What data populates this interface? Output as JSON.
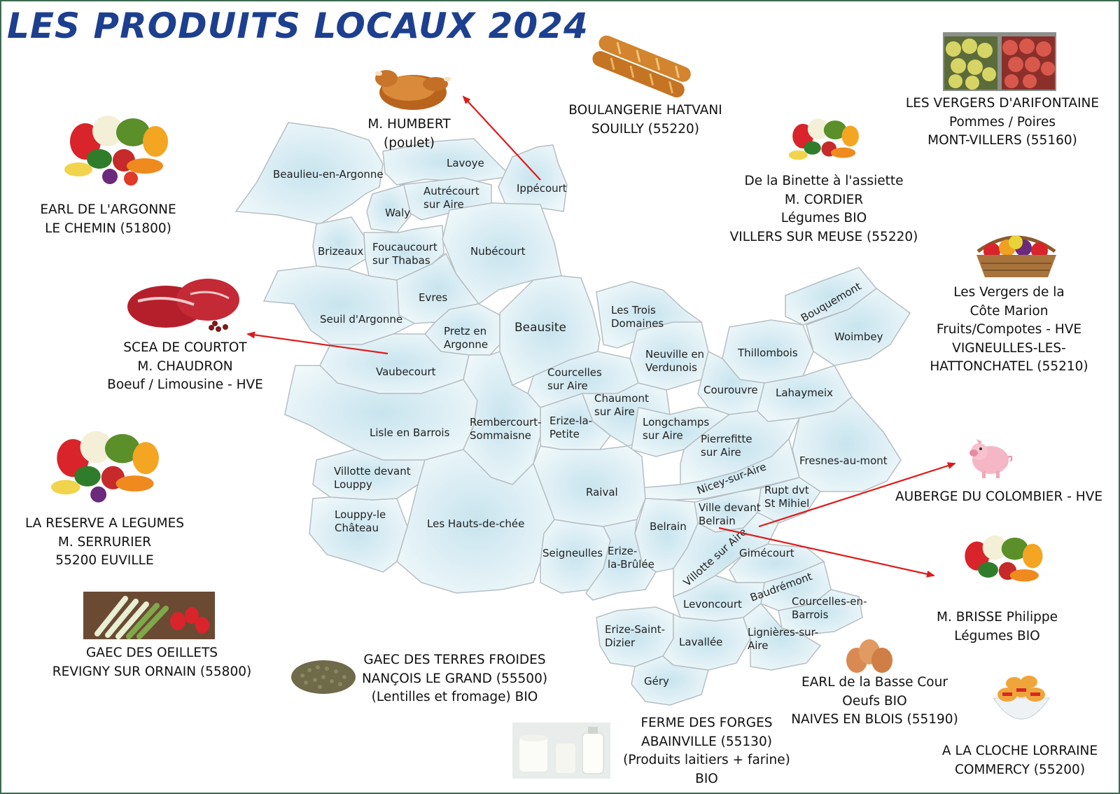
{
  "title": "LES PRODUITS LOCAUX 2024",
  "colors": {
    "title": "#1d3f8f",
    "arrow": "#dd1b1b",
    "region_fill": "#cfe7f0",
    "region_stroke": "#b5bfc5",
    "border": "#3d6b52"
  },
  "communes": [
    "Beaulieu-en-Argonne",
    "Lavoye",
    "Autrécourt\nsur Aire",
    "Ippécourt",
    "Waly",
    "Brizeaux",
    "Foucaucourt\nsur Thabas",
    "Nubécourt",
    "Evres",
    "Seuil d'Argonne",
    "Pretz en\nArgonne",
    "Beausite",
    "Les Trois\nDomaines",
    "Bouquemont",
    "Woimbey",
    "Thillombois",
    "Neuville en\nVerdunois",
    "Vaubecourt",
    "Courcelles\nsur Aire",
    "Courouvre",
    "Lahaymeix",
    "Chaumont\nsur Aire",
    "Lisle en Barrois",
    "Rembercourt-\nSommaisne",
    "Erize-la-\nPetite",
    "Longchamps\nsur Aire",
    "Pierrefitte\nsur Aire",
    "Fresnes-au-mont",
    "Villotte devant\nLouppy",
    "Nicey-sur-Aire",
    "Raival",
    "Rupt dvt\nSt Mihiel",
    "Ville devant\nBelrain",
    "Louppy-le\nChâteau",
    "Les Hauts-de-chée",
    "Belrain",
    "Villotte sur Aire",
    "Seigneulles",
    "Erize-\nla-Brûlée",
    "Gimécourt",
    "Baudrémont",
    "Levoncourt",
    "Courcelles-en-\nBarrois",
    "Erize-Saint-\nDizier",
    "Lavallée",
    "Lignières-sur-\nAire",
    "Géry"
  ],
  "producers": [
    {
      "lines": [
        "M. HUMBERT",
        "(poulet)"
      ],
      "image": "roast-chicken"
    },
    {
      "lines": [
        "BOULANGERIE HATVANI",
        "SOUILLY (55220)"
      ],
      "image": "baguettes"
    },
    {
      "lines": [
        "LES VERGERS D'ARIFONTAINE",
        "Pommes / Poires",
        "MONT-VILLERS (55160)"
      ],
      "image": "apples-pears"
    },
    {
      "lines": [
        "EARL DE L'ARGONNE",
        "LE CHEMIN (51800)"
      ],
      "image": "vegetables"
    },
    {
      "lines": [
        "De la Binette à l'assiette",
        "M. CORDIER",
        "Légumes BIO",
        "VILLERS SUR MEUSE (55220)"
      ],
      "image": "vegetables"
    },
    {
      "lines": [
        "SCEA DE COURTOT",
        "M. CHAUDRON",
        "Boeuf / Limousine - HVE"
      ],
      "image": "beef"
    },
    {
      "lines": [
        "Les Vergers de la",
        "Côte Marion",
        "Fruits/Compotes - HVE",
        "VIGNEULLES-LES-",
        "HATTONCHATEL (55210)"
      ],
      "image": "fruit-basket"
    },
    {
      "lines": [
        "LA RESERVE A LEGUMES",
        "M. SERRURIER",
        "55200 EUVILLE"
      ],
      "image": "vegetables"
    },
    {
      "lines": [
        "AUBERGE DU COLOMBIER - HVE"
      ],
      "image": "pig"
    },
    {
      "lines": [
        "M. BRISSE Philippe",
        "Légumes BIO"
      ],
      "image": "vegetables"
    },
    {
      "lines": [
        "GAEC DES OEILLETS",
        "REVIGNY SUR ORNAIN (55800)"
      ],
      "image": "asparagus-strawberries"
    },
    {
      "lines": [
        "GAEC DES TERRES FROIDES",
        "NANÇOIS LE GRAND (55500)",
        "(Lentilles et fromage) BIO"
      ],
      "image": "lentils"
    },
    {
      "lines": [
        "EARL de la Basse Cour",
        "Oeufs BIO",
        "NAIVES EN BLOIS (55190)"
      ],
      "image": "eggs"
    },
    {
      "lines": [
        "FERME DES FORGES",
        "ABAINVILLE (55130)",
        "(Produits laitiers + farine)",
        "BIO"
      ],
      "image": "dairy"
    },
    {
      "lines": [
        "A LA CLOCHE LORRAINE",
        "COMMERCY (55200)"
      ],
      "image": "madeleines"
    }
  ]
}
